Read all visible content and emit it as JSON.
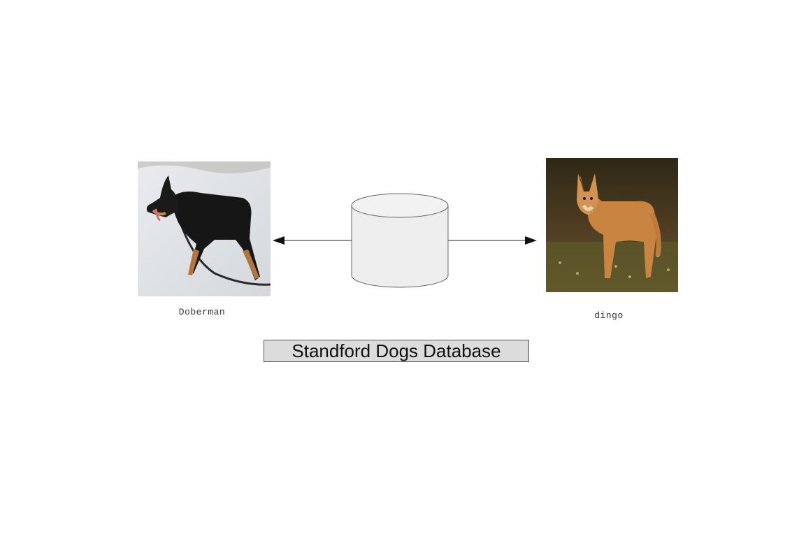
{
  "diagram": {
    "left_item": {
      "label": "Doberman",
      "image": "doberman-dog-on-snow-photo"
    },
    "right_item": {
      "label": "dingo",
      "image": "dingo-dog-in-grass-photo"
    },
    "center": {
      "icon": "database-cylinder-icon"
    },
    "title": "Standford Dogs Database",
    "colors": {
      "title_background": "#dcdcdc",
      "cylinder_fill": "#eeeeee",
      "line": "#222222"
    }
  }
}
